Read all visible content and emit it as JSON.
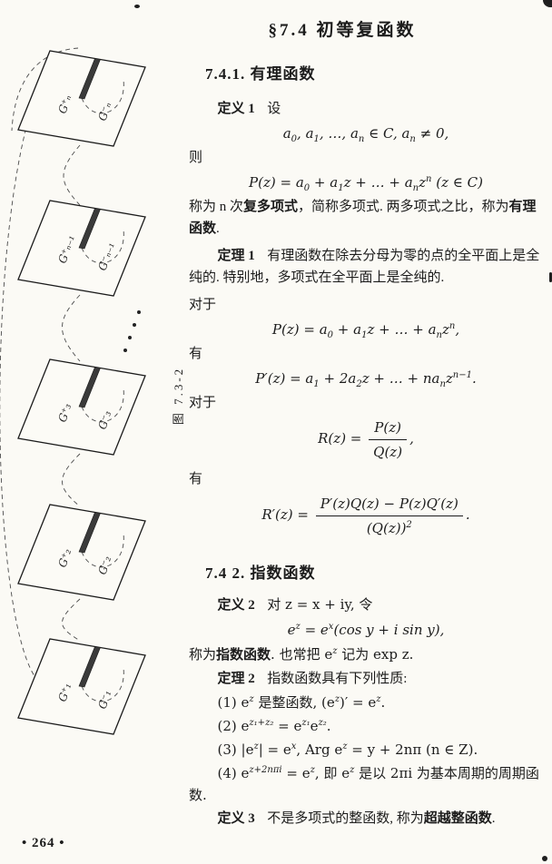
{
  "page": {
    "title": "§7.4  初等复函数",
    "footer": "• 264 •"
  },
  "figure": {
    "caption": "图 7.3-2",
    "sheets": [
      {
        "plus": "G⁺ₙ",
        "minus": "G⁻ₙ"
      },
      {
        "plus": "G⁺ₙ₋₁",
        "minus": "G⁻ₙ₋₁"
      },
      {
        "plus": "G⁺₃",
        "minus": "G⁻₃"
      },
      {
        "plus": "G⁺₂",
        "minus": "G⁻₂"
      },
      {
        "plus": "G⁺₁",
        "minus": "G⁻₁"
      }
    ]
  },
  "sec1": {
    "heading": "7.4.1. 有理函数",
    "def1_label": "定义 1",
    "def1_text": "设",
    "f_coeffs": "a_{0}, a_{1}, …, a_{n} ∈ C,   a_{n} ≠ 0,",
    "then": "则",
    "f_poly": "P(z) = a_{0} + a_{1}z + … + a_{n}z^{n}  (z ∈ C)",
    "p1_pre": "称为 n 次",
    "p1_b1": "复多项式",
    "p1_mid": "，简称多项式. 两多项式之比，称为",
    "p1_b2": "有理函数",
    "p1_post": ".",
    "thm1_label": "定理 1",
    "thm1_text": "有理函数在除去分母为零的点的全平面上是全纯的. 特别地，多项式在全平面上是全纯的.",
    "duiyu1": "对于",
    "f_poly2": "P(z) = a_{0} + a_{1}z + … + a_{n}z^{n},",
    "you1": "有",
    "f_deriv": "P′(z) = a_{1} + 2a_{2}z + … + na_{n}z^{n−1}.",
    "duiyu2": "对于",
    "r_lhs": "R(z) = ",
    "r_num": "P(z)",
    "r_den": "Q(z)",
    "r_after": ",",
    "you2": "有",
    "rp_lhs": "R′(z) = ",
    "rp_num": "P′(z)Q(z) − P(z)Q′(z)",
    "rp_den": "(Q(z))^{2}",
    "rp_after": "."
  },
  "sec2": {
    "heading": "7.4 2. 指数函数",
    "def2_label": "定义 2",
    "def2_text": "对 z = x + iy, 令",
    "f_exp": "e^{z} = e^{x}(cos y + i sin y),",
    "p2_pre": "称为",
    "p2_b": "指数函数",
    "p2_post": ". 也常把 e^{z} 记为 exp z.",
    "thm2_label": "定理 2",
    "thm2_text": "指数函数具有下列性质:",
    "items": [
      "(1) e^{z} 是整函数, (e^{z})′ = e^{z}.",
      "(2) e^{z₁+z₂} = e^{z₁}e^{z₂}.",
      "(3) |e^{z}| = e^{x},  Arg e^{z} = y + 2nπ (n ∈ Z).",
      "(4) e^{z+2nπi} = e^{z}, 即 e^{z} 是以 2πi 为基本周期的周期函数."
    ],
    "def3_label": "定义 3",
    "def3_pre": "不是多项式的整函数, 称为",
    "def3_b": "超越整函数",
    "def3_post": "."
  }
}
